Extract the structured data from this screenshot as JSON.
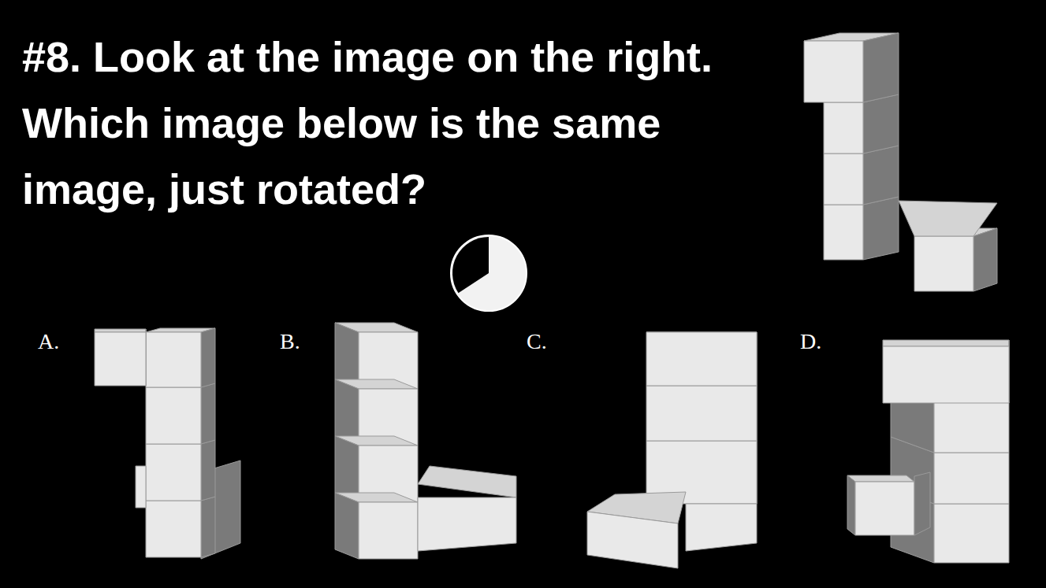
{
  "diagram": {
    "title": "#8. Look at the image on the right. Which image below is the same image, just rotated?",
    "labels": [
      "A.",
      "B.",
      "C.",
      "D."
    ]
  }
}
